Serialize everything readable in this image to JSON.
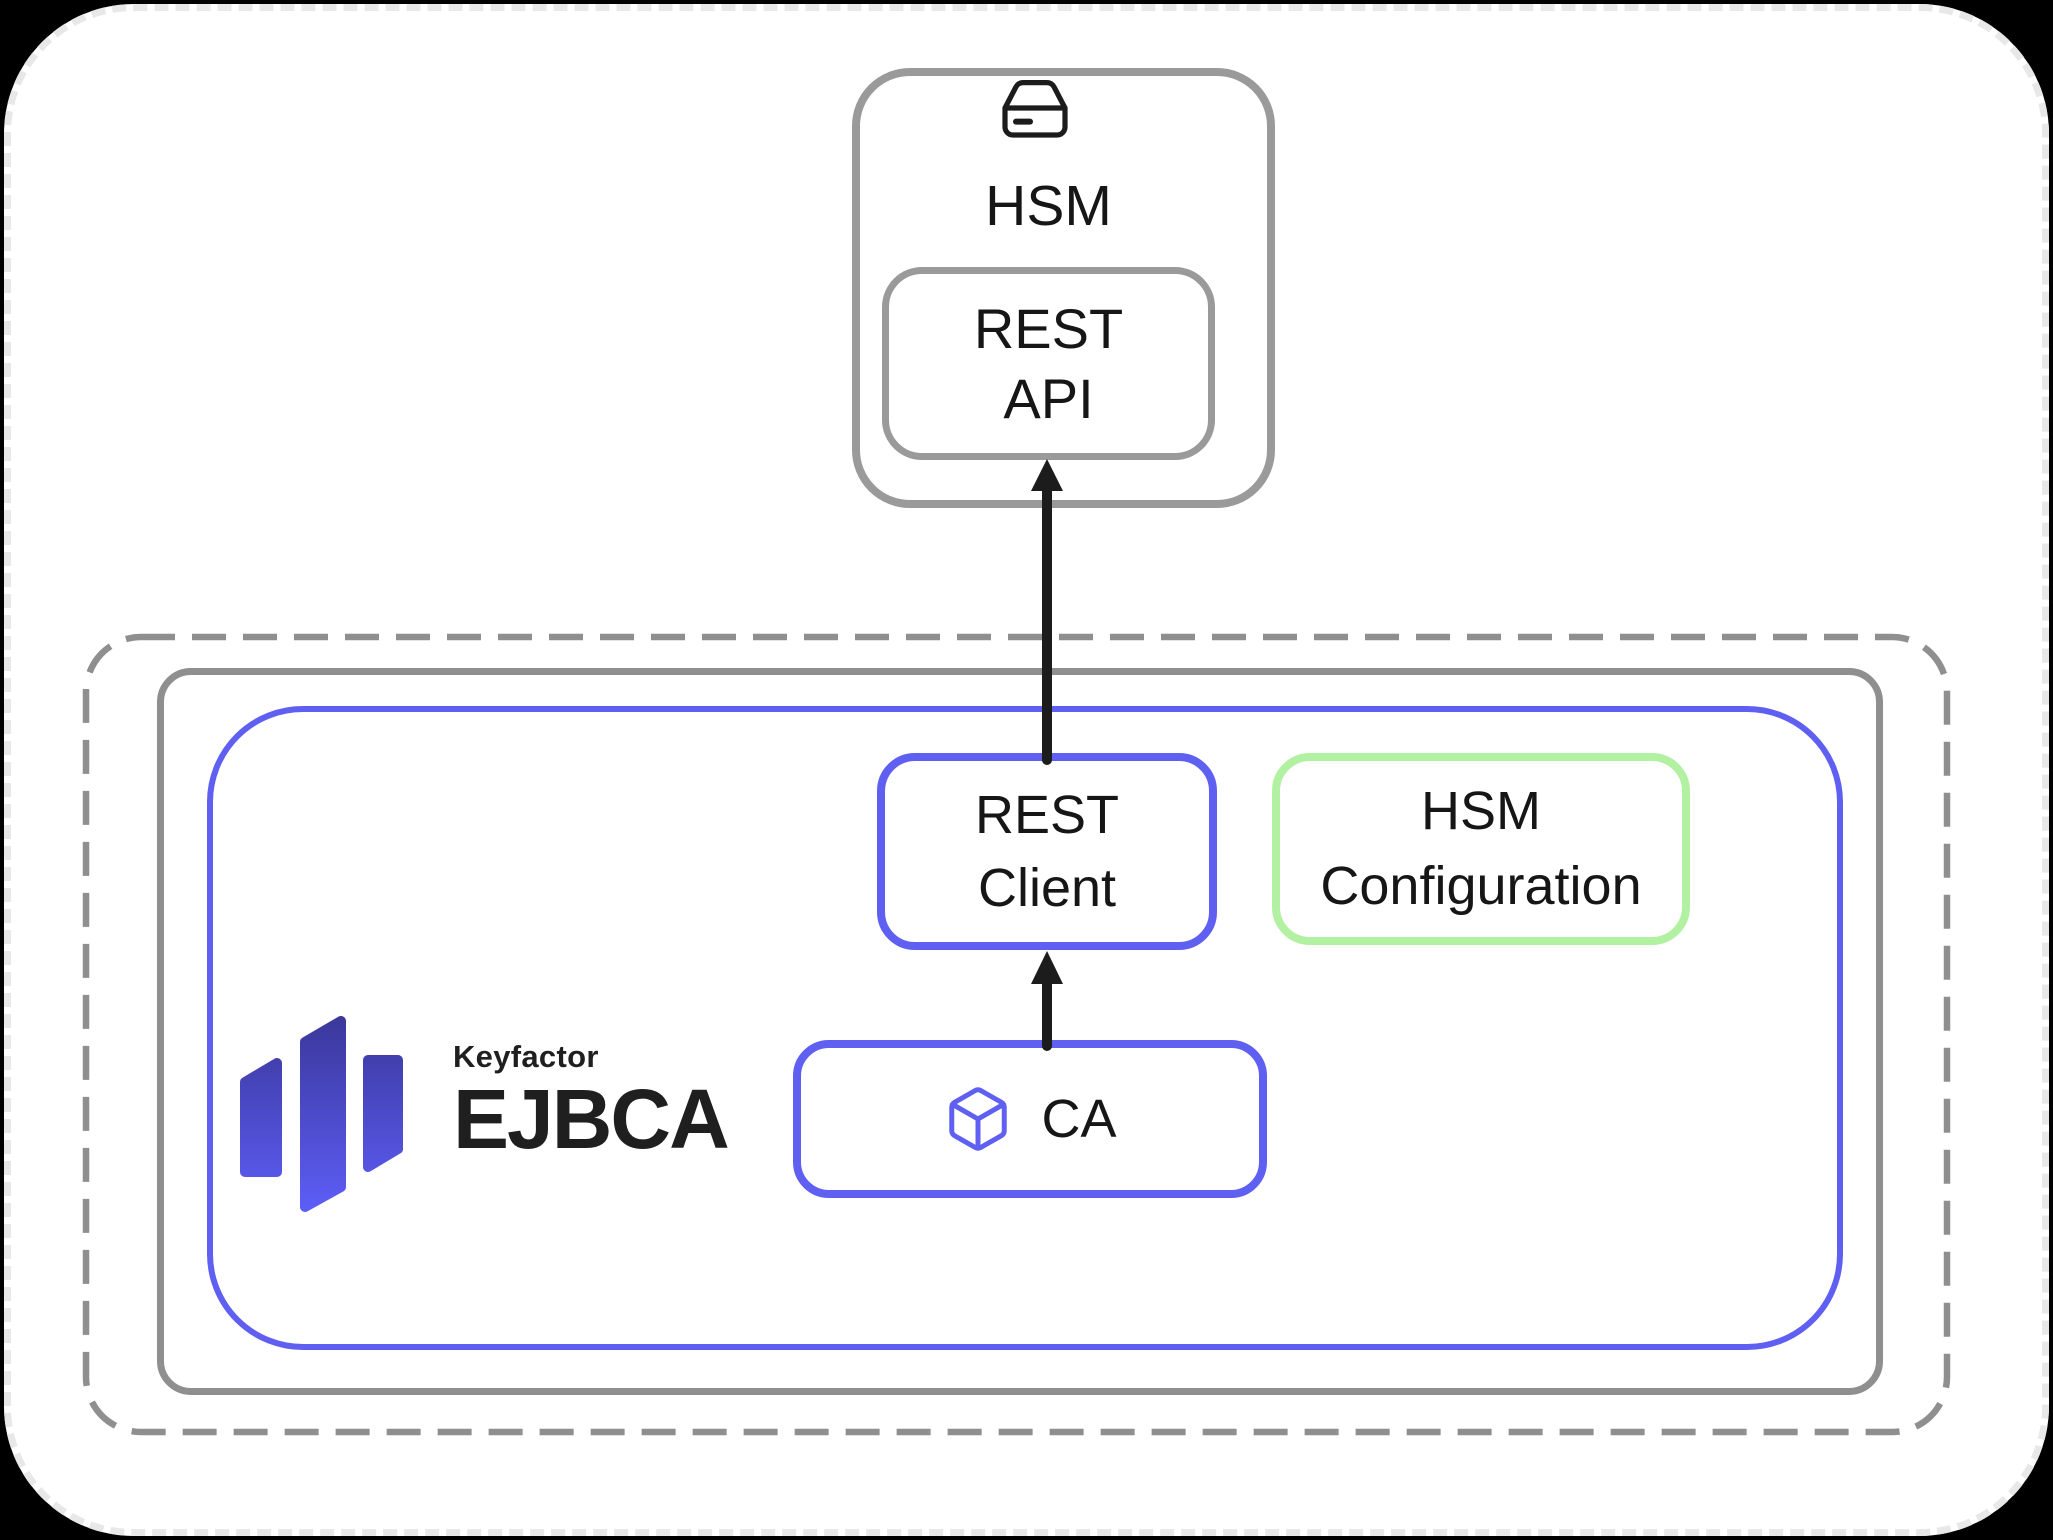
{
  "colors": {
    "background": "#000000",
    "canvas": "#ffffff",
    "canvas_dash": "#e8e8e8",
    "dashed_border": "#8f8f8f",
    "gray_border": "#9a9a9a",
    "blue": "#5f5ff2",
    "green": "#b2f0a2",
    "arrow": "#1c1c1c",
    "text": "#161616",
    "logo_grad_top": "#3a3798",
    "logo_grad_bottom": "#5d5ef8"
  },
  "hsm_node": {
    "title": "HSM",
    "icon": "hsm-device-icon",
    "rest_api": {
      "line1": "REST",
      "line2": "API"
    }
  },
  "ejbca_node": {
    "brand": "Keyfactor",
    "product": "EJBCA",
    "logo_icon": "keyfactor-logo-mark",
    "rest_client": {
      "line1": "REST",
      "line2": "Client"
    },
    "hsm_configuration": {
      "line1": "HSM",
      "line2": "Configuration"
    },
    "ca": {
      "label": "CA",
      "icon": "cube-icon"
    }
  },
  "connections": [
    {
      "from": "ca",
      "to": "rest-client",
      "type": "arrow-up"
    },
    {
      "from": "rest-client",
      "to": "rest-api",
      "type": "arrow-up"
    }
  ]
}
